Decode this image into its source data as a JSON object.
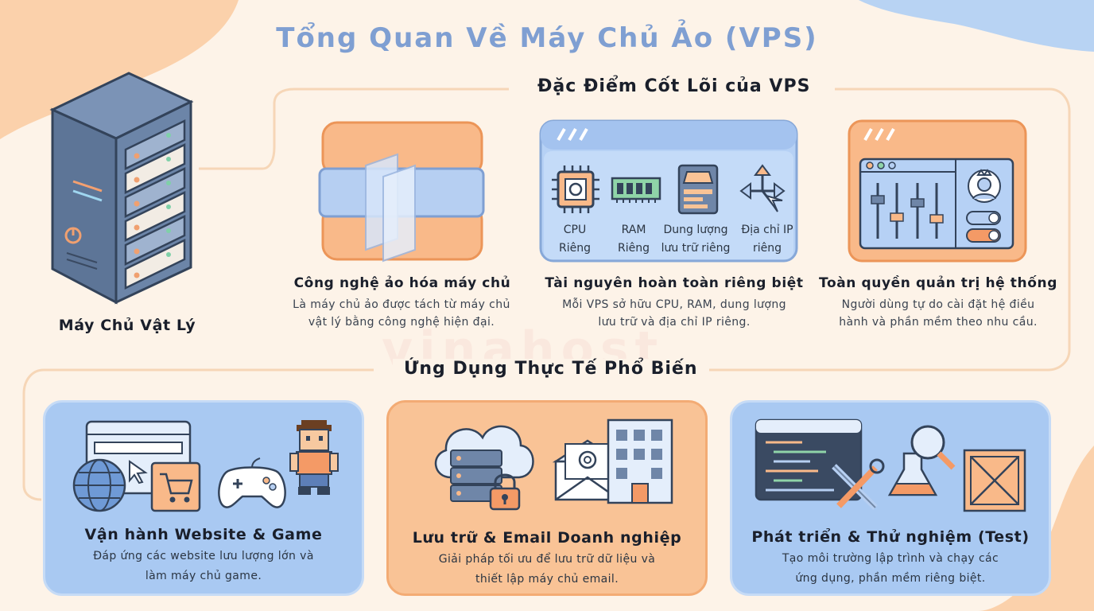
{
  "title": "Tổng Quan Về Máy Chủ Ảo (VPS)",
  "server": {
    "label": "Máy Chủ Vật Lý"
  },
  "watermark": "vinahost",
  "core_section": {
    "heading": "Đặc Điểm Cốt Lõi của VPS",
    "features": [
      {
        "title": "Công nghệ ảo hóa máy chủ",
        "desc_line1": "Là máy chủ ảo được tách từ máy chủ",
        "desc_line2": "vật lý bằng công nghệ hiện đại."
      },
      {
        "title": "Tài nguyên hoàn toàn riêng biệt",
        "desc_line1": "Mỗi VPS sở hữu CPU, RAM, dung lượng",
        "desc_line2": "lưu trữ và địa chỉ IP riêng."
      },
      {
        "title": "Toàn quyền quản trị hệ thống",
        "desc_line1": "Người dùng tự do cài đặt hệ điều",
        "desc_line2": "hành và phần mềm theo nhu cầu."
      }
    ],
    "resources": [
      {
        "line1": "CPU",
        "line2": "Riêng"
      },
      {
        "line1": "RAM",
        "line2": "Riêng"
      },
      {
        "line1": "Dung lượng",
        "line2": "lưu trữ riêng"
      },
      {
        "line1": "Địa chỉ IP",
        "line2": "riêng"
      }
    ]
  },
  "apps_section": {
    "heading": "Ứng Dụng Thực Tế Phổ Biến",
    "cards": [
      {
        "title": "Vận hành Website & Game",
        "desc_line1": "Đáp ứng các website lưu lượng lớn và",
        "desc_line2": "làm máy chủ game."
      },
      {
        "title": "Lưu trữ & Email Doanh nghiệp",
        "desc_line1": "Giải pháp tối ưu để lưu trữ dữ liệu và",
        "desc_line2": "thiết lập máy chủ email."
      },
      {
        "title": "Phát triển & Thử nghiệm (Test)",
        "desc_line1": "Tạo môi trường lập trình và chạy các",
        "desc_line2": "ứng dụng, phần mềm riêng biệt."
      }
    ]
  },
  "colors": {
    "blue": "#a9c9f2",
    "orange": "#f9c396",
    "title": "#7f9fd2",
    "background": "#fdf3e8",
    "server": "#5d7597"
  }
}
